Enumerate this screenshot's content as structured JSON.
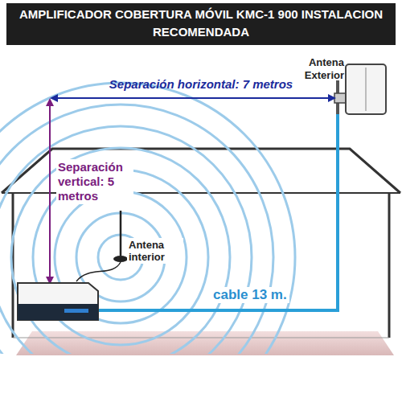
{
  "diagram": {
    "title": "AMPLIFICADOR COBERTURA MÓVIL KMC-1 900 INSTALACION RECOMENDADA",
    "labels": [
      "Separación horizontal: 7 metros",
      "Antena Exterior",
      "Separación vertical: 5 metros",
      "Antena interior",
      "cable 13 m."
    ]
  }
}
